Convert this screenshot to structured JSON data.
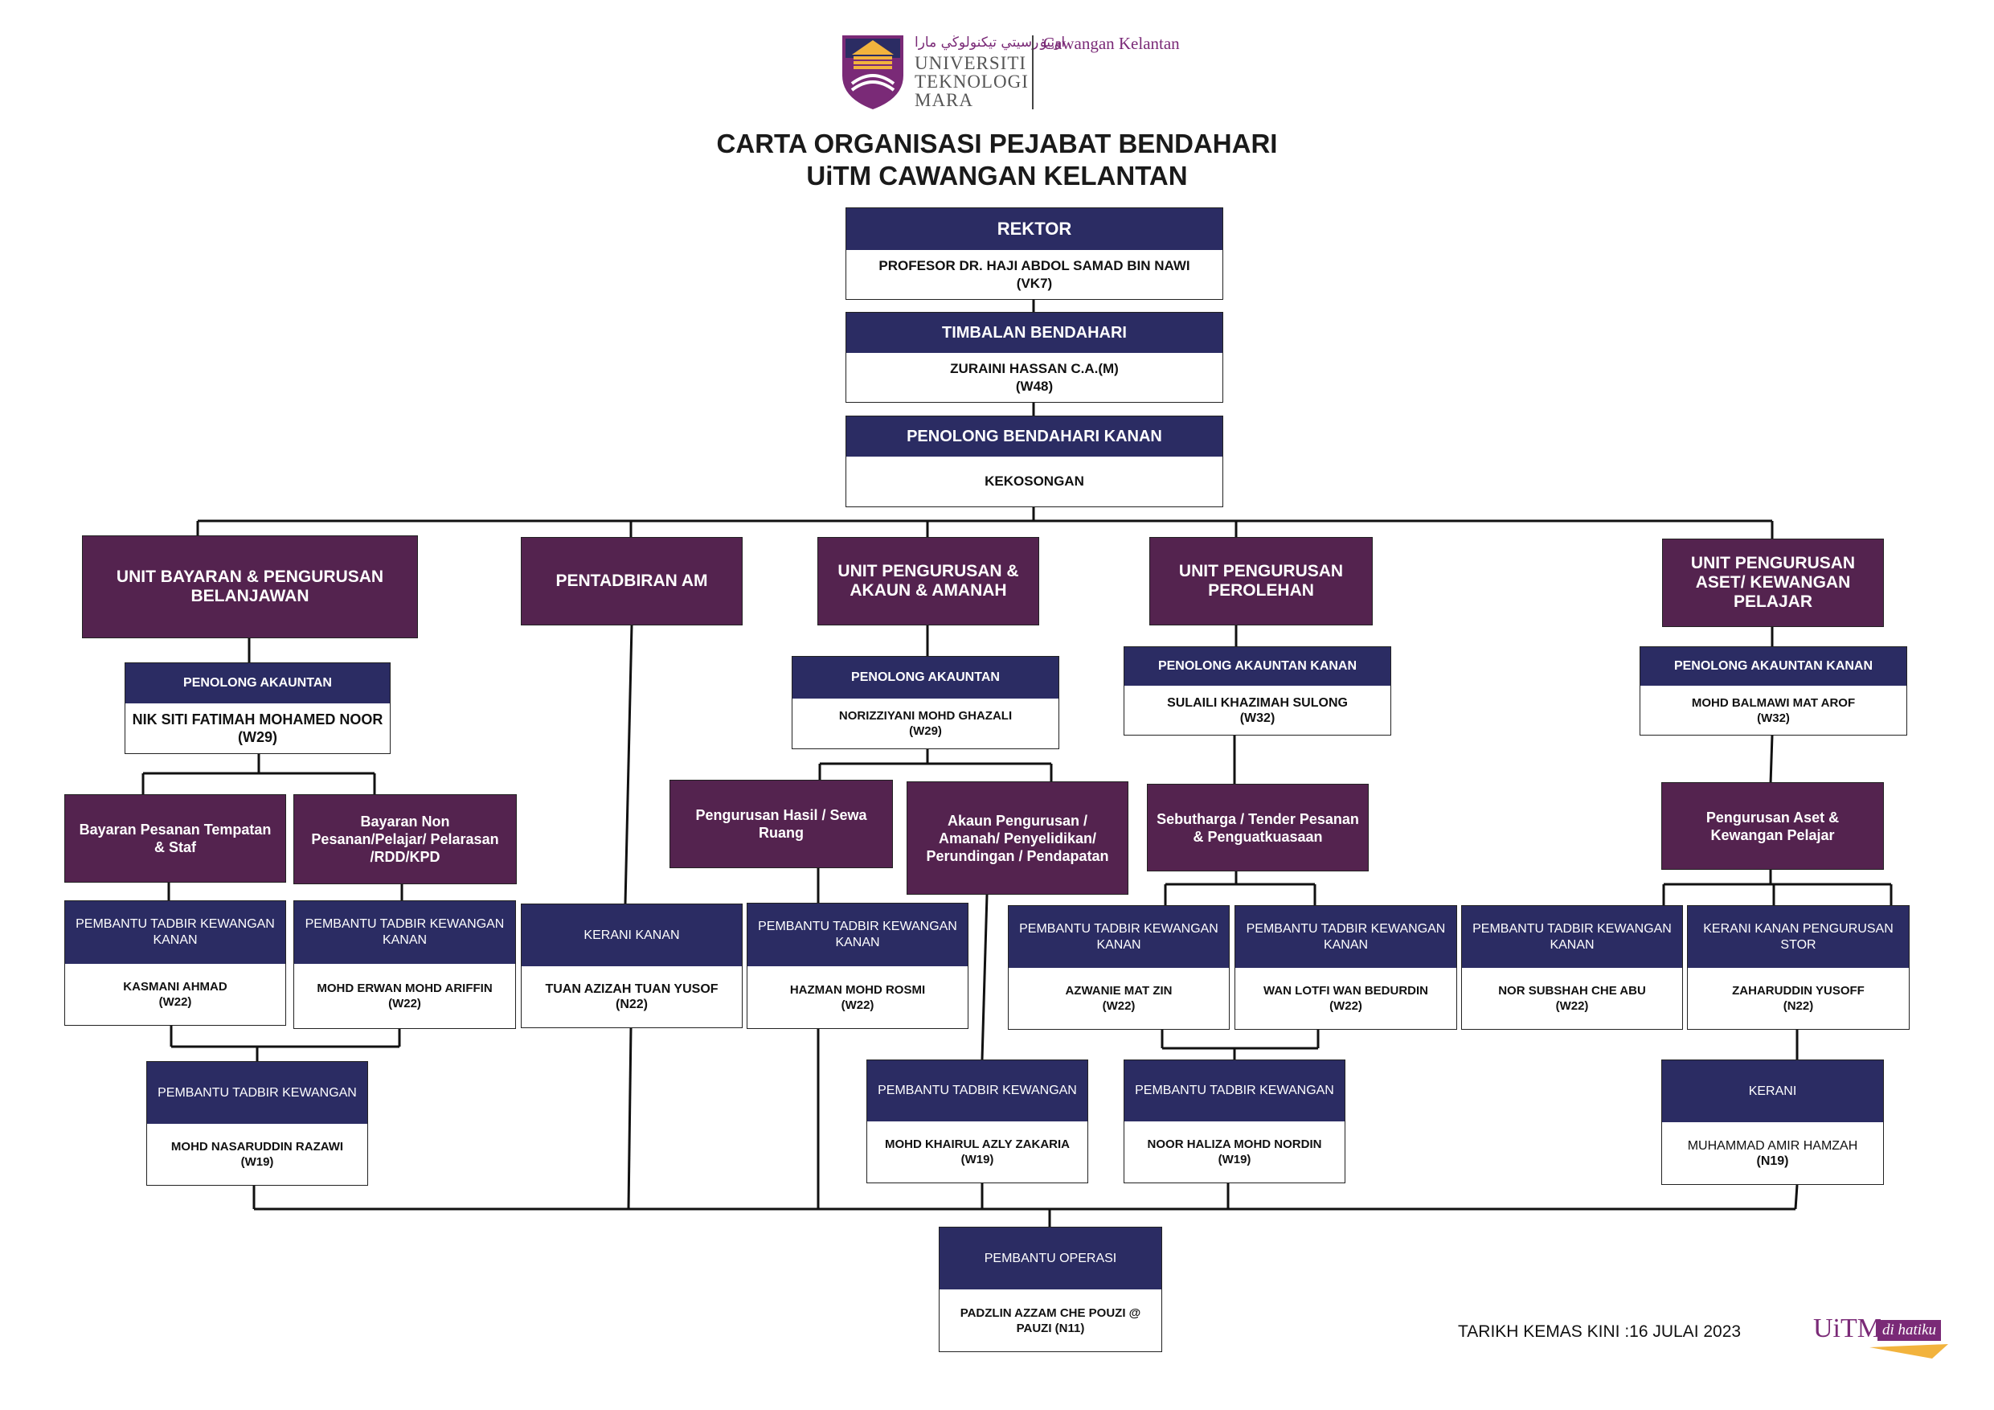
{
  "logo": {
    "arabic": "اونيۏرسيتي تيكنولوڬي مارا",
    "line1": "UNIVERSITI",
    "line2": "TEKNOLOGI",
    "line3": "MARA",
    "branch": "Cawangan Kelantan"
  },
  "title": {
    "line1": "CARTA ORGANISASI PEJABAT BENDAHARI",
    "line2": "UiTM CAWANGAN KELANTAN"
  },
  "rektor": {
    "role": "REKTOR",
    "name": "PROFESOR DR. HAJI ABDOL SAMAD BIN NAWI",
    "grade": "(VK7)"
  },
  "timbalan": {
    "role": "TIMBALAN BENDAHARI",
    "name": "ZURAINI HASSAN C.A.(M)",
    "grade": "(W48)"
  },
  "penolong_kanan": {
    "role": "PENOLONG BENDAHARI KANAN",
    "name": "KEKOSONGAN"
  },
  "units": {
    "bayaran": "UNIT BAYARAN & PENGURUSAN BELANJAWAN",
    "pentadbiran": "PENTADBIRAN AM",
    "akaun": "UNIT PENGURUSAN & AKAUN & AMANAH",
    "perolehan": "UNIT PENGURUSAN PEROLEHAN",
    "aset": "UNIT PENGURUSAN ASET/ KEWANGAN PELAJAR"
  },
  "pa_bayaran": {
    "role": "PENOLONG AKAUNTAN",
    "name": "NIK SITI FATIMAH MOHAMED NOOR (W29)"
  },
  "pa_akaun": {
    "role": "PENOLONG AKAUNTAN",
    "name": "NORIZZIYANI MOHD GHAZALI",
    "grade": "(W29)"
  },
  "pa_perolehan": {
    "role": "PENOLONG AKAUNTAN KANAN",
    "name": "SULAILI KHAZIMAH SULONG",
    "grade": "(W32)"
  },
  "pa_aset": {
    "role": "PENOLONG AKAUNTAN KANAN",
    "name": "MOHD BALMAWI MAT AROF",
    "grade": "(W32)"
  },
  "subunits": {
    "bayaran_pesanan": "Bayaran  Pesanan Tempatan & Staf",
    "bayaran_non": "Bayaran Non Pesanan/Pelajar/ Pelarasan /RDD/KPD",
    "hasil": "Pengurusan Hasil / Sewa Ruang",
    "akaun_pengurusan": "Akaun Pengurusan / Amanah/ Penyelidikan/ Perundingan / Pendapatan",
    "sebutharga": "Sebutharga / Tender Pesanan & Penguatkuasaan",
    "aset_kewangan": "Pengurusan Aset & Kewangan Pelajar"
  },
  "staff": {
    "kasmani": {
      "role": "PEMBANTU TADBIR KEWANGAN KANAN",
      "name": "KASMANI AHMAD",
      "grade": "(W22)"
    },
    "erwan": {
      "role": "PEMBANTU TADBIR KEWANGAN KANAN",
      "name": "MOHD ERWAN MOHD ARIFFIN",
      "grade": "(W22)"
    },
    "azizah": {
      "role": "KERANI KANAN",
      "name": "TUAN AZIZAH TUAN YUSOF",
      "grade": "(N22)"
    },
    "hazman": {
      "role": "PEMBANTU TADBIR KEWANGAN KANAN",
      "name": "HAZMAN MOHD ROSMI",
      "grade": "(W22)"
    },
    "azwanie": {
      "role": "PEMBANTU TADBIR KEWANGAN KANAN",
      "name": "AZWANIE MAT ZIN",
      "grade": "(W22)"
    },
    "lotfi": {
      "role": "PEMBANTU TADBIR KEWANGAN KANAN",
      "name": "WAN LOTFI WAN BEDURDIN",
      "grade": "(W22)"
    },
    "subshah": {
      "role": "PEMBANTU TADBIR KEWANGAN KANAN",
      "name": "NOR SUBSHAH CHE ABU",
      "grade": "(W22)"
    },
    "zaharuddin": {
      "role": "KERANI KANAN PENGURUSAN STOR",
      "name": "ZAHARUDDIN YUSOFF",
      "grade": "(N22)"
    },
    "nasaruddin": {
      "role": "PEMBANTU TADBIR KEWANGAN",
      "name": "MOHD NASARUDDIN RAZAWI",
      "grade": "(W19)"
    },
    "khairul": {
      "role": "PEMBANTU TADBIR KEWANGAN",
      "name": "MOHD KHAIRUL AZLY ZAKARIA",
      "grade": "(W19)"
    },
    "haliza": {
      "role": "PEMBANTU TADBIR KEWANGAN",
      "name": "NOOR HALIZA MOHD NORDIN (W19)"
    },
    "amir": {
      "role": "KERANI",
      "name": "MUHAMMAD AMIR HAMZAH",
      "grade": "(N19)"
    },
    "padzlin": {
      "role": "PEMBANTU OPERASI",
      "name": "PADZLIN AZZAM CHE POUZI @ PAUZI (N11)"
    }
  },
  "footer": {
    "updated": "TARIKH KEMAS KINI :16 JULAI  2023",
    "badge_uitm": "UiTM",
    "badge_slogan": "di hatiku"
  },
  "colors": {
    "navy": "#2b2c63",
    "purple": "#54234f",
    "brand_purple": "#7a2a77",
    "gold": "#f2b33d"
  }
}
